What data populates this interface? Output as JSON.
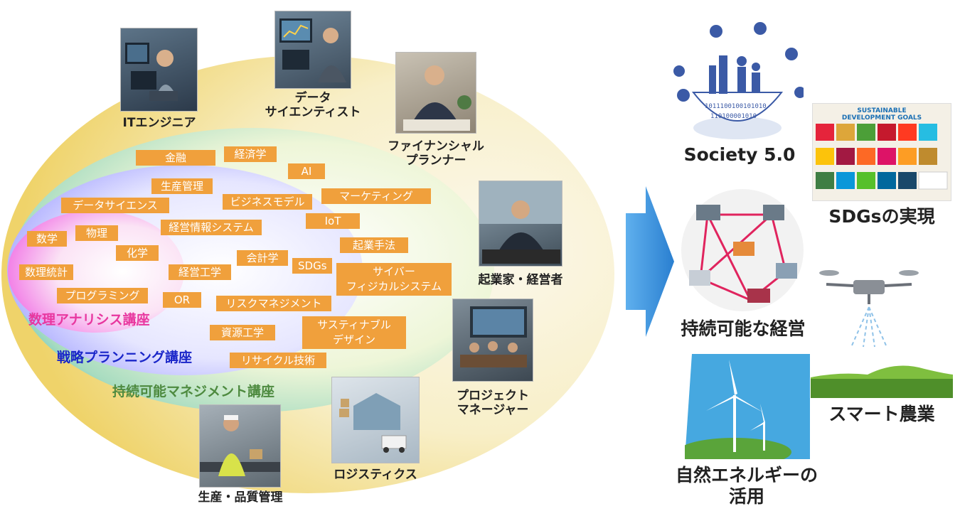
{
  "diagram": {
    "courses": {
      "math": "数理アナリシス講座",
      "strategy": "戦略プランニング講座",
      "sustain": "持続可能マネジメント講座"
    },
    "skills": [
      {
        "id": "kinyu",
        "label": "金融"
      },
      {
        "id": "keizaigaku",
        "label": "経済学"
      },
      {
        "id": "ai",
        "label": "AI"
      },
      {
        "id": "seisankanri",
        "label": "生産管理"
      },
      {
        "id": "marketing",
        "label": "マーケティング"
      },
      {
        "id": "business-model",
        "label": "ビジネスモデル"
      },
      {
        "id": "data-science",
        "label": "データサイエンス"
      },
      {
        "id": "iot",
        "label": "IoT"
      },
      {
        "id": "keiei-joho",
        "label": "経営情報システム"
      },
      {
        "id": "sugaku",
        "label": "数学"
      },
      {
        "id": "butsuri",
        "label": "物理"
      },
      {
        "id": "kigyo",
        "label": "起業手法"
      },
      {
        "id": "kagaku",
        "label": "化学"
      },
      {
        "id": "kaikeigaku",
        "label": "会計学"
      },
      {
        "id": "sdgs",
        "label": "SDGs"
      },
      {
        "id": "suri-tokei",
        "label": "数理統計"
      },
      {
        "id": "keiei-kogaku",
        "label": "経営工学"
      },
      {
        "id": "cyber-line1",
        "label": "サイバー"
      },
      {
        "id": "cyber-line2",
        "label": "フィジカルシステム"
      },
      {
        "id": "programming",
        "label": "プログラミング"
      },
      {
        "id": "or",
        "label": "OR"
      },
      {
        "id": "risk",
        "label": "リスクマネジメント"
      },
      {
        "id": "shigen",
        "label": "資源工学"
      },
      {
        "id": "sustainable-line1",
        "label": "サスティナブル"
      },
      {
        "id": "sustainable-line2",
        "label": "デザイン"
      },
      {
        "id": "recycle",
        "label": "リサイクル技術"
      }
    ],
    "roles": {
      "it_engineer": "ITエンジニア",
      "data_scientist_1": "データ",
      "data_scientist_2": "サイエンティスト",
      "fp_1": "ファイナンシャル",
      "fp_2": "プランナー",
      "entrepreneur": "起業家・経営者",
      "pm_1": "プロジェクト",
      "pm_2": "マネージャー",
      "logistics": "ロジスティクス",
      "production": "生産・品質管理"
    }
  },
  "applications": {
    "society": "Society 5.0",
    "sdgs": "SDGsの実現",
    "sdgs_banner_1": "SUSTAINABLE",
    "sdgs_banner_2": "DEVELOPMENT GOALS",
    "sustainable_mgmt": "持続可能な経営",
    "smart_agri": "スマート農業",
    "renewable_1": "自然エネルギーの",
    "renewable_2": "活用"
  },
  "colors": {
    "tag": "#f0a03c",
    "course_math": "#e8379f",
    "course_strategy": "#1a26c9",
    "course_sustain": "#4d8a3f",
    "arrow": "#3a8fd8"
  }
}
